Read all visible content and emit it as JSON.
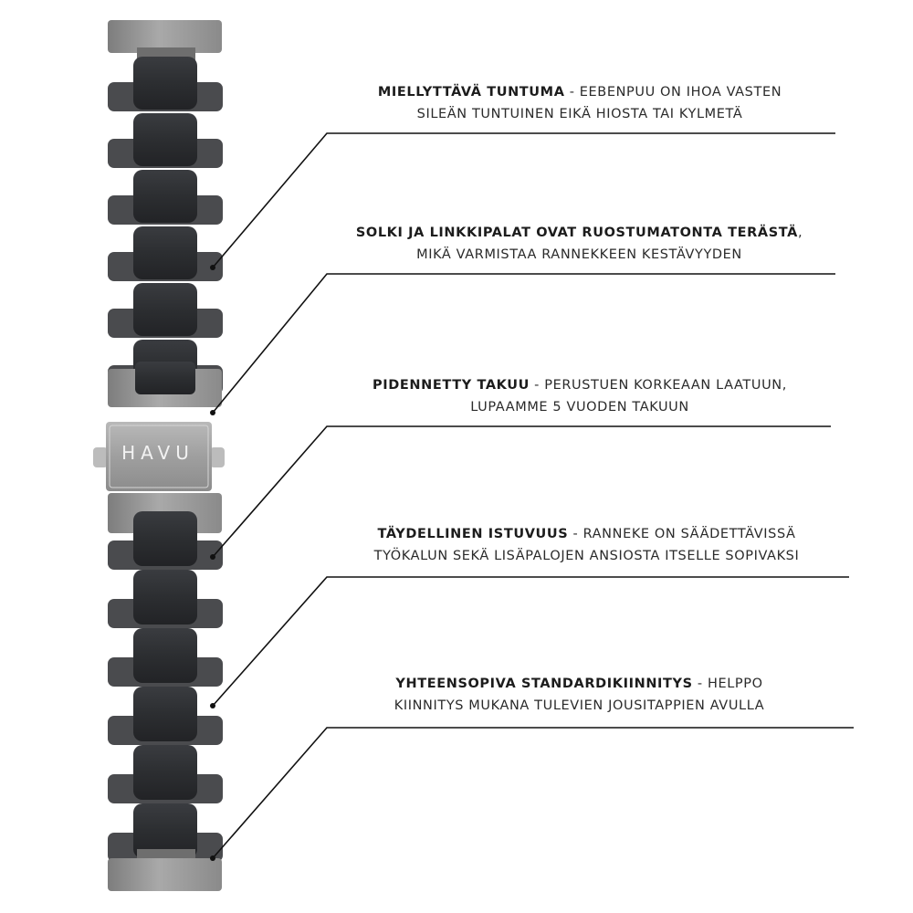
{
  "brand": "HAVU",
  "colors": {
    "steel": "#9a9a9a",
    "ebony": "#2e3033",
    "text": "#2a2a2a",
    "leader": "#111111"
  },
  "features": [
    {
      "title": "MIELLYTTÄVÄ TUNTUMA",
      "rest": " - EEBENPUU ON IHOA VASTEN",
      "line2": "SILEÄN TUNTUINEN EIKÄ HIOSTA TAI KYLMETÄ"
    },
    {
      "title": "SOLKI JA LINKKIPALAT OVAT RUOSTUMATONTA TERÄSTÄ",
      "rest": ",",
      "line2": "MIKÄ VARMISTAA RANNEKKEEN KESTÄVYYDEN"
    },
    {
      "title": "PIDENNETTY TAKUU",
      "rest": " - PERUSTUEN KORKEAAN LAATUUN,",
      "line2": "LUPAAMME 5 VUODEN TAKUUN"
    },
    {
      "title": "TÄYDELLINEN ISTUVUUS",
      "rest": " - RANNEKE ON SÄÄDETTÄVISSÄ",
      "line2": "TYÖKALUN SEKÄ LISÄPALOJEN ANSIOSTA ITSELLE SOPIVAKSI"
    },
    {
      "title": "YHTEENSOPIVA STANDARDIKIINNITYS",
      "rest": " - HELPPO",
      "line2": "KIINNITYS MUKANA TULEVIEN JOUSITAPPIEN AVULLA"
    }
  ]
}
